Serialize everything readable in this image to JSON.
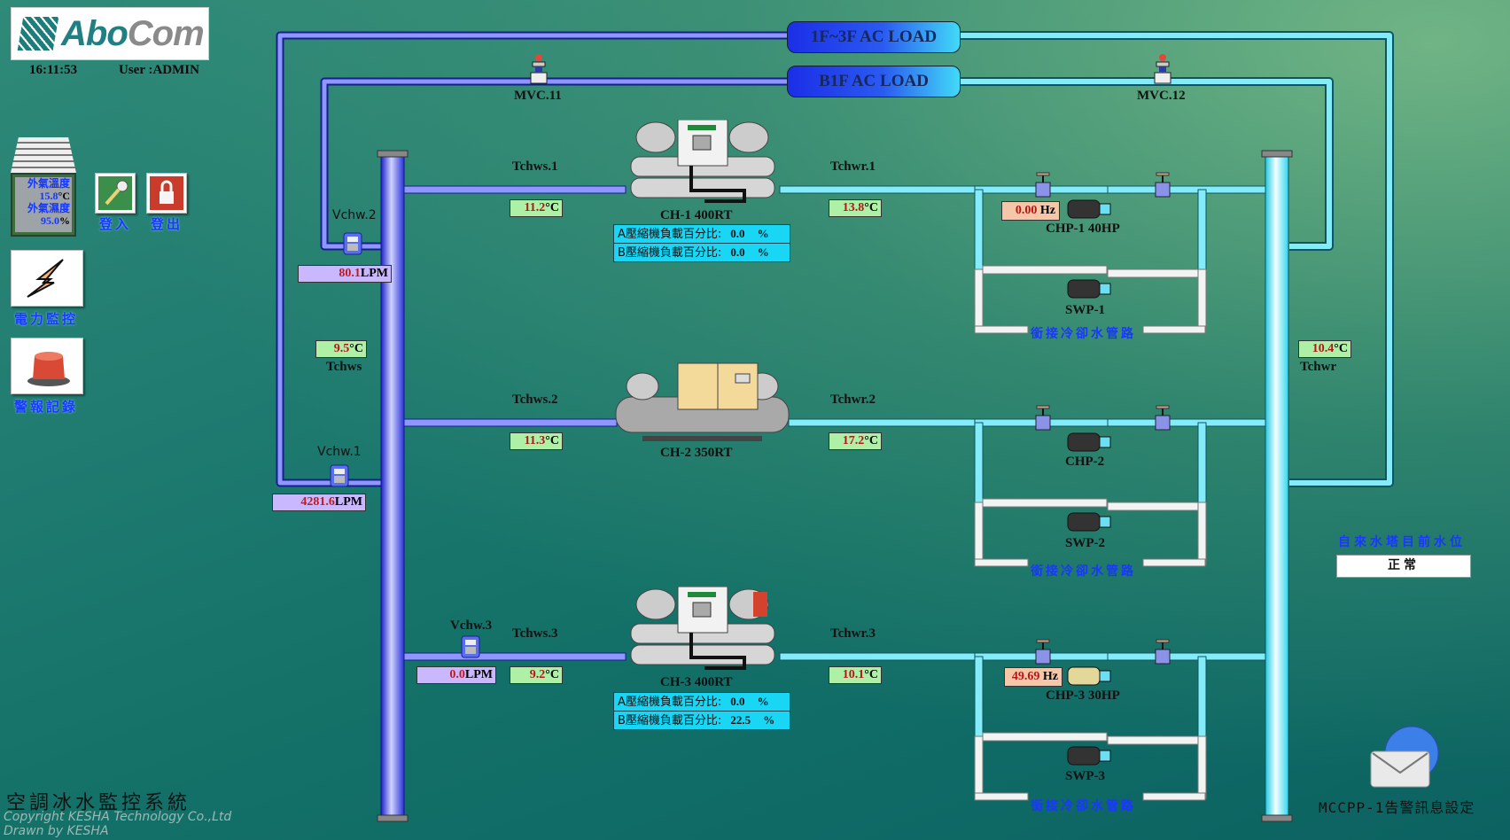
{
  "header": {
    "logo_text_a": "Abo",
    "logo_text_b": "Com",
    "time": "16:11:53",
    "user": "User :ADMIN"
  },
  "weather": {
    "temp_label": "外氣溫度",
    "temp_value": "15.8",
    "temp_unit": "°C",
    "humidity_label": "外氣濕度",
    "humidity_value": "95.0",
    "humidity_unit": "%"
  },
  "nav": {
    "login_label": "登入",
    "logout_label": "登出",
    "power_label": "電力監控",
    "alarm_label": "警報記錄"
  },
  "loads": {
    "top": "1F~3F AC LOAD",
    "b1f": "B1F AC LOAD"
  },
  "valves": {
    "mvc11": "MVC.11",
    "mvc12": "MVC.12"
  },
  "headers_sensors": {
    "tchws_label": "Tchws",
    "tchws_value": "9.5",
    "tchwr_label": "Tchwr",
    "tchwr_value": "10.4",
    "unit": "°C"
  },
  "flowmeters": [
    {
      "label": "Vchw.1",
      "value": "4281.6",
      "unit": "LPM"
    },
    {
      "label": "Vchw.2",
      "value": "80.1",
      "unit": "LPM"
    },
    {
      "label": "Vchw.3",
      "value": "0.0",
      "unit": "LPM"
    }
  ],
  "chillers": [
    {
      "name": "CH-1 400RT",
      "tchws_label": "Tchws.1",
      "tchws": "11.2",
      "tchwr_label": "Tchwr.1",
      "tchwr": "13.8",
      "load_a_label": "A壓縮機負載百分比:",
      "load_a": "0.0",
      "load_b_label": "B壓縮機負載百分比:",
      "load_b": "0.0",
      "pct_unit": "%"
    },
    {
      "name": "CH-2 350RT",
      "tchws_label": "Tchws.2",
      "tchws": "11.3",
      "tchwr_label": "Tchwr.2",
      "tchwr": "17.2"
    },
    {
      "name": "CH-3 400RT",
      "tchws_label": "Tchws.3",
      "tchws": "9.2",
      "tchwr_label": "Tchwr.3",
      "tchwr": "10.1",
      "load_a_label": "A壓縮機負載百分比:",
      "load_a": "0.0",
      "load_b_label": "B壓縮機負載百分比:",
      "load_b": "22.5",
      "pct_unit": "%"
    }
  ],
  "pumps": [
    {
      "chp": "CHP-1 40HP",
      "hz": "0.00",
      "hz_unit": "Hz",
      "swp": "SWP-1"
    },
    {
      "chp": "CHP-2",
      "swp": "SWP-2"
    },
    {
      "chp": "CHP-3 30HP",
      "hz": "49.69",
      "hz_unit": "Hz",
      "swp": "SWP-3"
    }
  ],
  "bypass_label": "銜接冷卻水管路",
  "temp_unit": "°C",
  "water_tower": {
    "title": "自來水塔目前水位",
    "status": "正常"
  },
  "alarm_settings": {
    "label": "MCCPP-1告警訊息設定"
  },
  "footer": {
    "title": "空調冰水監控系統",
    "copyright": "Copyright  KESHA  Technology Co.,Ltd",
    "drawn_by": "Drawn by  KESHA"
  },
  "colors": {
    "supply_pipe": "#3a44f0",
    "return_pipe": "#7eeaf7",
    "cooling_pipe": "#f2f4f4",
    "temp_box": "#aef0a6",
    "flow_box": "#c9b8ff",
    "hz_box": "#f6c6a8",
    "status_value": "#b01818"
  }
}
